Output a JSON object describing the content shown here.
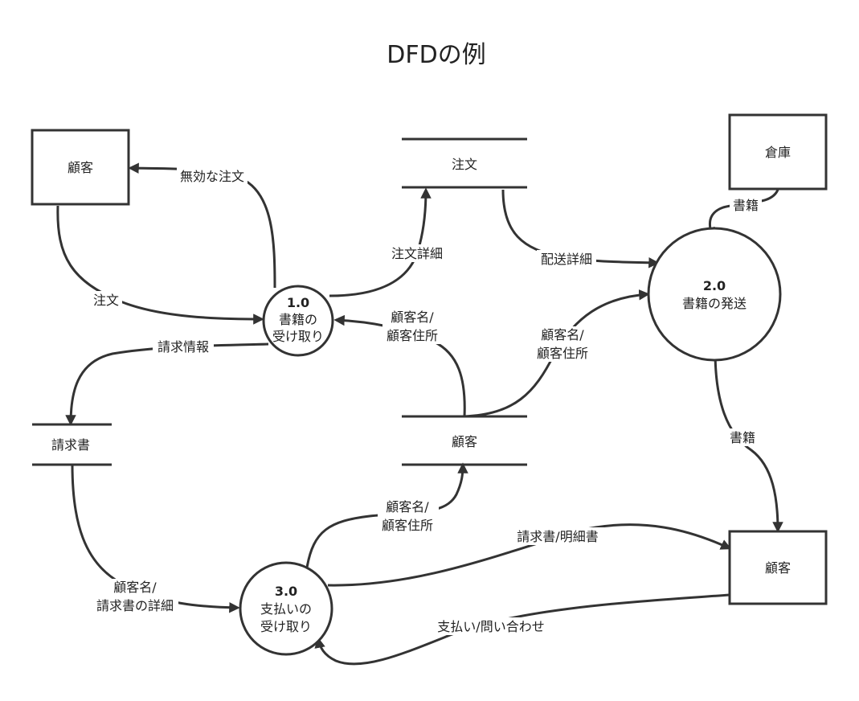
{
  "title": "DFDの例",
  "colors": {
    "stroke": "#333333",
    "text": "#222222",
    "background": "#ffffff"
  },
  "entities": {
    "customer_top": "顧客",
    "warehouse": "倉庫",
    "customer_bottom": "顧客"
  },
  "stores": {
    "orders": "注文",
    "customers": "顧客",
    "invoices": "請求書"
  },
  "processes": {
    "p1": {
      "number": "1.0",
      "line1": "書籍の",
      "line2": "受け取り"
    },
    "p2": {
      "number": "2.0",
      "line1": "書籍の発送"
    },
    "p3": {
      "number": "3.0",
      "line1": "支払いの",
      "line2": "受け取り"
    }
  },
  "flows": {
    "invalid_order": "無効な注文",
    "order": "注文",
    "order_detail": "注文詳細",
    "shipping_detail": "配送詳細",
    "books_in": "書籍",
    "cust_name_addr_1a": "顧客名/",
    "cust_name_addr_1b": "顧客住所",
    "cust_name_addr_2a": "顧客名/",
    "cust_name_addr_2b": "顧客住所",
    "billing_info": "請求情報",
    "books_out": "書籍",
    "cust_name_addr_3a": "顧客名/",
    "cust_name_addr_3b": "顧客住所",
    "invoice_statement": "請求書/明細書",
    "cust_invoice_a": "顧客名/",
    "cust_invoice_b": "請求書の詳細",
    "payment_inquiry": "支払い/問い合わせ"
  }
}
